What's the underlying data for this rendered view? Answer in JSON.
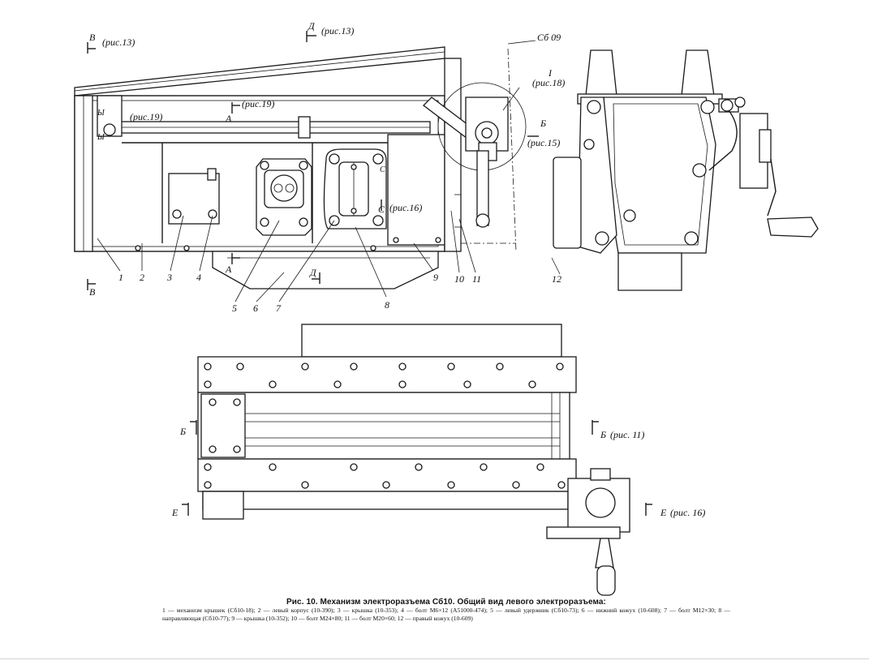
{
  "labels": {
    "section_v_top": "В",
    "ref_v_top": "(рис.13)",
    "section_d_top": "Д",
    "ref_d_top": "(рис.13)",
    "ref_sb": "Сб 09",
    "ref_18_roman": "I",
    "ref_18": "(рис.18)",
    "ref_19_left": "(рис.19)",
    "section_a_top": "А",
    "ref_19_mid": "(рис.19)",
    "b_left_1": "Ы",
    "b_left_2": "Ы",
    "c_small": "С",
    "section_c": "С",
    "ref_c_16": "(рис.16)",
    "section_b_right": "Б",
    "ref_b_15": "(рис.15)",
    "section_a_bottom": "А",
    "section_d_bottom": "Д",
    "section_v_bottom": "В",
    "section_b_left_plan": "Б",
    "section_b_right_plan": "Б",
    "ref_b_11": "(рис. 11)",
    "section_e_left": "Е",
    "section_e_right": "Е",
    "ref_e_16": "(рис. 16)"
  },
  "part_numbers": [
    "1",
    "2",
    "3",
    "4",
    "5",
    "6",
    "7",
    "8",
    "9",
    "10",
    "11",
    "12"
  ],
  "caption": {
    "title": "Рис. 10. Механизм электроразъема Сб10. Общий вид левого электроразъема:",
    "legend": "1 — механизм крышек (Сб10-18); 2 — левый корпус (10-390); 3 — крышка (10-353); 4 — болт М6×12 (А51000-474); 5 — левый удержник (Сб10-73); 6 — нижний кожух (10-608); 7 — болт М12×30; 8 — направляющая (Сб10-77); 9 — крышка (10-352); 10 — болт М24×80; 11 — болт М20×60; 12 — правый кожух (10-609)"
  }
}
